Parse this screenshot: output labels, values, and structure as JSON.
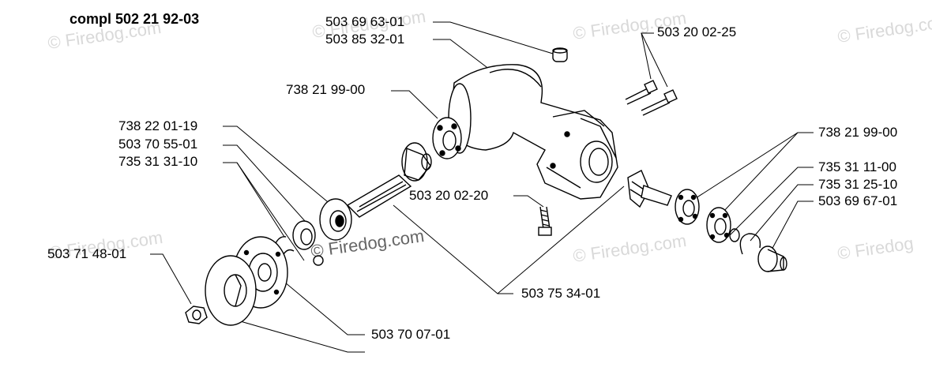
{
  "assembly_title": "compl 502 21 92-03",
  "watermarks": {
    "w1": "© Firedog.com",
    "w2": "© Firedog.com",
    "w3": "© Firedog.com",
    "w4": "© Firedog.com",
    "w5": "© Firedog.com",
    "w6": "© Firedog.com",
    "w7": "© Firedog.com",
    "w8": "© Firedog"
  },
  "parts": {
    "p_503_69_63_01": "503 69 63-01",
    "p_503_85_32_01": "503 85 32-01",
    "p_503_20_02_25": "503 20 02-25",
    "p_738_21_99_00_a": "738 21 99-00",
    "p_738_22_01_19": "738 22 01-19",
    "p_503_70_55_01": "503 70 55-01",
    "p_735_31_31_10": "735 31 31-10",
    "p_503_20_02_20": "503 20 02-20",
    "p_738_21_99_00_b": "738 21 99-00",
    "p_735_31_11_00": "735 31 11-00",
    "p_735_31_25_10": "735 31 25-10",
    "p_503_69_67_01": "503 69 67-01",
    "p_503_71_48_01": "503 71 48-01",
    "p_503_75_34_01": "503 75 34-01",
    "p_503_70_07_01": "503 70 07-01"
  }
}
